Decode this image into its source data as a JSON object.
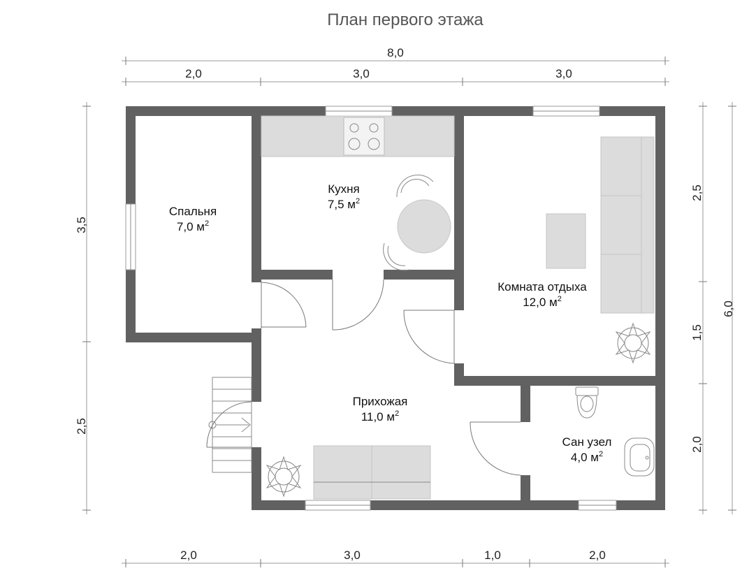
{
  "title": "План первого этажа",
  "dimensions": {
    "top_total": "8,0",
    "top_segments": [
      "2,0",
      "3,0",
      "3,0"
    ],
    "bottom_segments": [
      "2,0",
      "3,0",
      "1,0",
      "2,0"
    ],
    "left_segments": [
      "3,5",
      "2,5"
    ],
    "right_segments": [
      "2,5",
      "1,5",
      "2,0"
    ],
    "right_total": "6,0"
  },
  "rooms": {
    "bedroom": {
      "name": "Спальня",
      "area": "7,0 м",
      "unit_exp": "2"
    },
    "kitchen": {
      "name": "Кухня",
      "area": "7,5 м",
      "unit_exp": "2"
    },
    "lounge": {
      "name": "Комната отдыха",
      "area": "12,0 м",
      "unit_exp": "2"
    },
    "hallway": {
      "name": "Прихожая",
      "area": "11,0 м",
      "unit_exp": "2"
    },
    "bathroom": {
      "name": "Сан узел",
      "area": "4,0 м",
      "unit_exp": "2"
    }
  }
}
